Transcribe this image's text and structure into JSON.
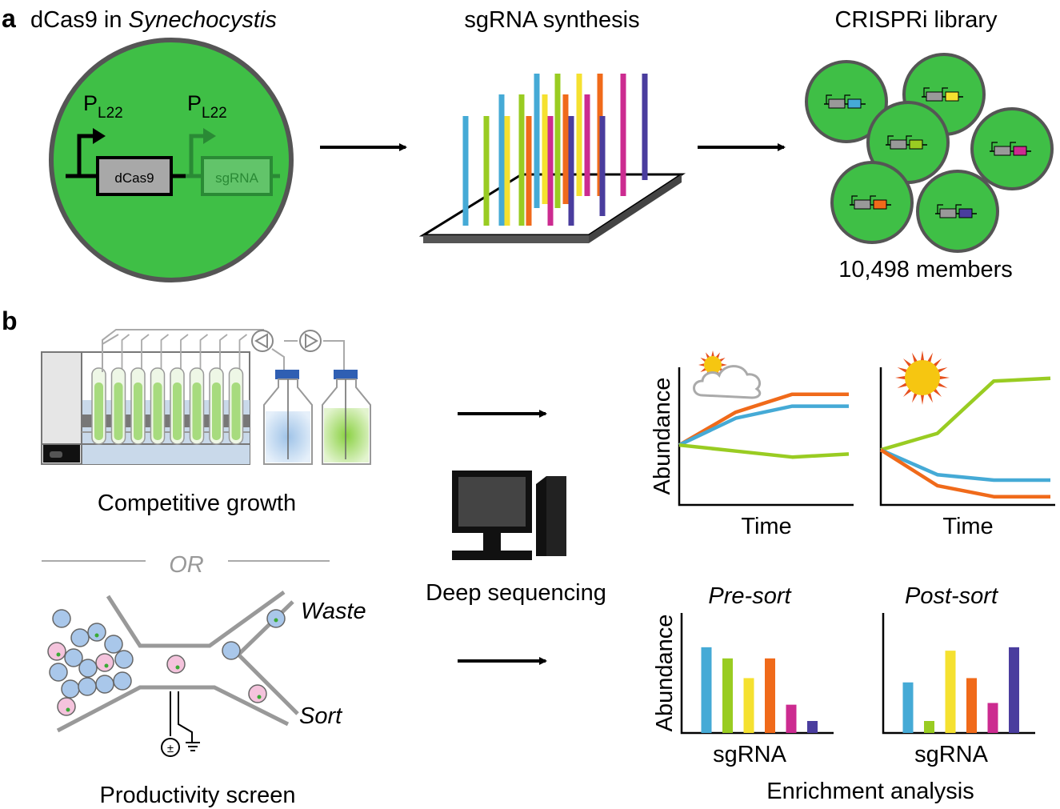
{
  "panel_a": {
    "letter": "a",
    "cell_title_prefix": "dCas9 in ",
    "cell_title_italic": "Synechocystis",
    "promoter1_main": "P",
    "promoter1_sub": "L22",
    "promoter2_main": "P",
    "promoter2_sub": "L22",
    "gene1": "dCas9",
    "gene2": "sgRNA",
    "synthesis_title": "sgRNA synthesis",
    "library_title": "CRISPRi library",
    "library_count": "10,498 members"
  },
  "panel_b": {
    "letter": "b",
    "growth_label": "Competitive growth",
    "or_label": "OR",
    "waste_label": "Waste",
    "sort_label": "Sort",
    "productivity_label": "Productivity screen",
    "sequencing_label": "Deep sequencing",
    "enrichment_label": "Enrichment analysis"
  },
  "colors": {
    "cell_green": "#3fbf46",
    "cell_border": "#555555",
    "cyan": "#45aad6",
    "lime": "#99cc22",
    "yellow": "#f5e130",
    "orange": "#f06a1a",
    "magenta": "#cc2b90",
    "indigo": "#4a3d9e",
    "sun": "#f6c611",
    "sun_rays": "#e6501e"
  },
  "chart_data": [
    {
      "type": "line",
      "condition_icon": "sun-cloud-icon",
      "xlabel": "Time",
      "ylabel": "Abundance",
      "x": [
        0,
        1,
        2,
        3
      ],
      "series": [
        {
          "color": "#f06a1a",
          "values": [
            1.0,
            1.55,
            1.85,
            1.85
          ]
        },
        {
          "color": "#45aad6",
          "values": [
            1.0,
            1.45,
            1.65,
            1.65
          ]
        },
        {
          "color": "#99cc22",
          "values": [
            1.0,
            0.9,
            0.8,
            0.85
          ]
        }
      ],
      "ylim": [
        0,
        2.3
      ]
    },
    {
      "type": "line",
      "condition_icon": "sun-icon",
      "xlabel": "Time",
      "ylabel": "",
      "x": [
        0,
        1,
        2,
        3
      ],
      "series": [
        {
          "color": "#99cc22",
          "values": [
            1.0,
            1.3,
            2.25,
            2.3
          ]
        },
        {
          "color": "#45aad6",
          "values": [
            1.0,
            0.55,
            0.45,
            0.45
          ]
        },
        {
          "color": "#f06a1a",
          "values": [
            1.0,
            0.35,
            0.15,
            0.15
          ]
        }
      ],
      "ylim": [
        0,
        2.5
      ]
    },
    {
      "type": "bar",
      "title": "Pre-sort",
      "xlabel": "sgRNA",
      "ylabel": "Abundance",
      "colors": [
        "#45aad6",
        "#99cc22",
        "#f5e130",
        "#f06a1a",
        "#cc2b90",
        "#4a3d9e"
      ],
      "values": [
        100,
        87,
        64,
        87,
        33,
        14
      ],
      "ylim": [
        0,
        140
      ]
    },
    {
      "type": "bar",
      "title": "Post-sort",
      "xlabel": "sgRNA",
      "ylabel": "",
      "colors": [
        "#45aad6",
        "#99cc22",
        "#f5e130",
        "#f06a1a",
        "#cc2b90",
        "#4a3d9e"
      ],
      "values": [
        59,
        14,
        96,
        64,
        35,
        100
      ],
      "ylim": [
        0,
        140
      ]
    }
  ]
}
